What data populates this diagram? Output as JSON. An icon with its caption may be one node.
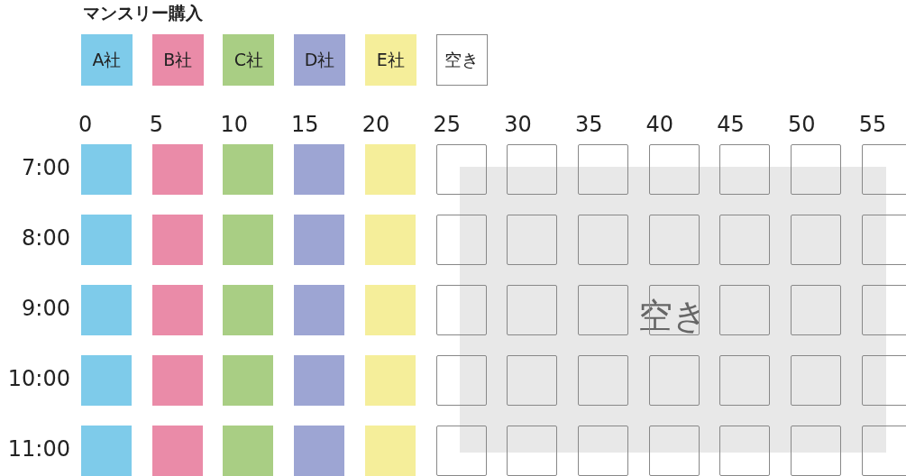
{
  "diagram": {
    "title": "マンスリー購入",
    "labels": [
      "0",
      "5",
      "10",
      "15",
      "20",
      "25",
      "30",
      "35",
      "40",
      "45",
      "50",
      "55",
      "7:00",
      "8:00",
      "9:00",
      "10:00",
      "11:00",
      "空き"
    ],
    "legend": [
      {
        "text": "A社",
        "color": "#7ecbea"
      },
      {
        "text": "B社",
        "color": "#ea8ba8"
      },
      {
        "text": "C社",
        "color": "#a9ce84"
      },
      {
        "text": "D社",
        "color": "#9da5d3"
      },
      {
        "text": "E社",
        "color": "#f5ee9a"
      },
      {
        "text": "空き",
        "color": "#ffffff"
      }
    ]
  }
}
